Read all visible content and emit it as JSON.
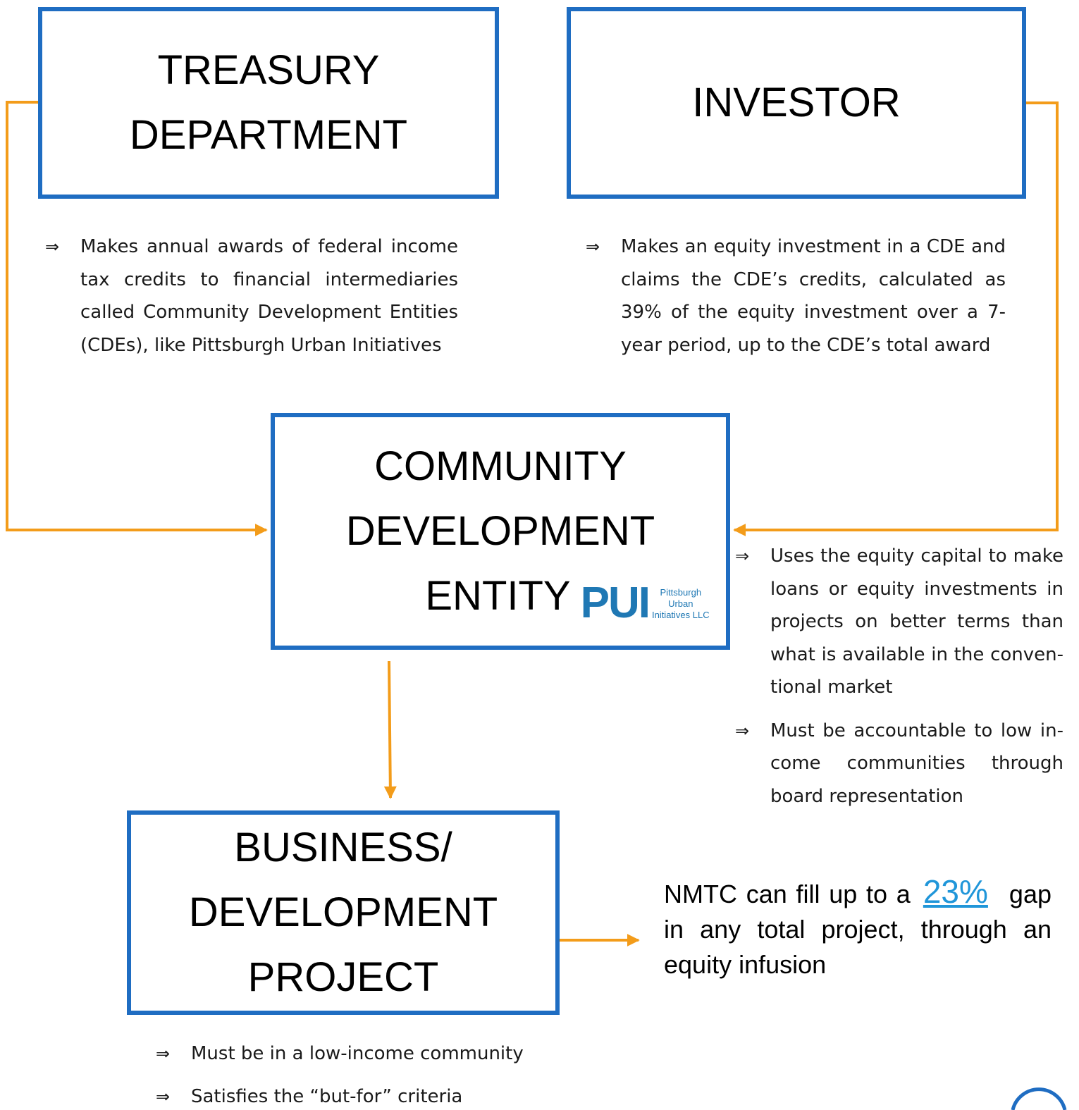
{
  "colors": {
    "box_border": "#1f6dc2",
    "connector": "#f39c1a",
    "accent": "#2096d9"
  },
  "treasury": {
    "title_lines": [
      "TREASURY",
      "DEPARTMENT"
    ],
    "bullets": [
      "Makes annual awards of federal income tax credits to financial intermediaries called Community Development Entities (CDEs), like Pittsburgh Urban Initiatives"
    ]
  },
  "investor": {
    "title": "INVESTOR",
    "bullets": [
      "Makes an equity investment in a CDE and claims the CDE’s credits, calculated as 39% of the equity investment over a 7-year period, up to the CDE’s total award"
    ]
  },
  "cde": {
    "title_lines": [
      "COMMUNITY",
      "DEVELOPMENT",
      "ENTITY"
    ],
    "logo": {
      "mark": "PUI",
      "lines": [
        "Pittsburgh",
        "Urban",
        "Initiatives LLC"
      ]
    },
    "bullets": [
      "Uses the equity capital to make loans or equity investments in projects on better terms than what is available in the conven-tional market",
      "Must be accountable to low in-come communities through board representation"
    ]
  },
  "project": {
    "title_lines": [
      "BUSINESS/",
      "DEVELOPMENT",
      "PROJECT"
    ],
    "bullets": [
      "Must be in a low-income community",
      "Satisfies the “but-for” criteria"
    ]
  },
  "note": {
    "before": "NMTC can fill up to a",
    "percent": "23%",
    "after": "gap in any total project, through an equity infusion"
  },
  "bullet_glyph": "⇒"
}
